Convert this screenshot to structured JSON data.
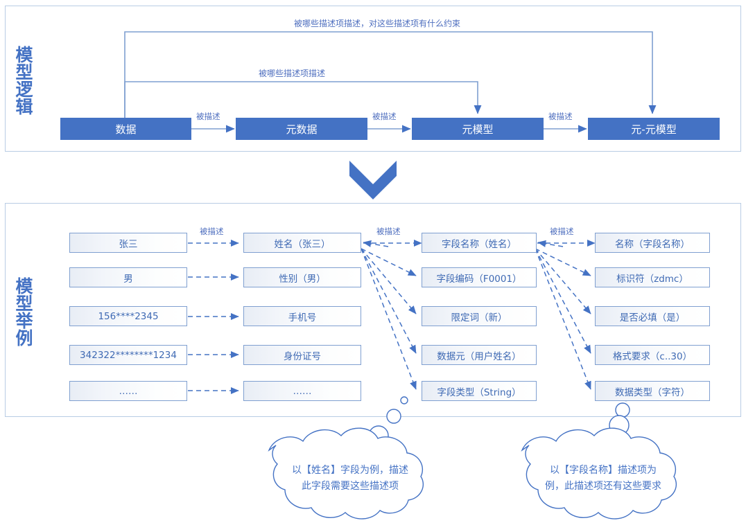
{
  "diagram": {
    "title_not_shown": "",
    "colors": {
      "dark_box": "#4472C4",
      "light_box_border": "#7F9FD0",
      "text_blue": "#4472C4",
      "panel_border": "#B8CCE4",
      "connector": "#5B7FC7"
    }
  },
  "logic_panel": {
    "side_label": "模型逻辑",
    "boxes": [
      {
        "label": "数据"
      },
      {
        "label": "元数据"
      },
      {
        "label": "元模型"
      },
      {
        "label": "元-元模型"
      }
    ],
    "arrow_labels": [
      {
        "label": "被描述"
      },
      {
        "label": "被描述"
      },
      {
        "label": "被描述"
      }
    ],
    "feedback_labels": [
      {
        "label": "被哪些描述项描述，对这些描述项有什么约束"
      },
      {
        "label": "被哪些描述项描述"
      }
    ]
  },
  "example_panel": {
    "side_label": "模型举例",
    "column_arrow_labels": [
      {
        "label": "被描述"
      },
      {
        "label": "被描述"
      },
      {
        "label": "被描述"
      }
    ],
    "columns": [
      {
        "name": "data-values",
        "items": [
          {
            "label": "张三"
          },
          {
            "label": "男"
          },
          {
            "label": "156****2345"
          },
          {
            "label": "342322********1234"
          },
          {
            "label": "……"
          }
        ]
      },
      {
        "name": "metadata",
        "items": [
          {
            "label": "姓名（张三）"
          },
          {
            "label": "性别（男）"
          },
          {
            "label": "手机号"
          },
          {
            "label": "身份证号"
          },
          {
            "label": "……"
          }
        ]
      },
      {
        "name": "meta-model",
        "items": [
          {
            "label": "字段名称（姓名）"
          },
          {
            "label": "字段编码（F0001）"
          },
          {
            "label": "限定词（新）"
          },
          {
            "label": "数据元（用户姓名）"
          },
          {
            "label": "字段类型（String）"
          }
        ]
      },
      {
        "name": "meta-meta-model",
        "items": [
          {
            "label": "名称（字段名称）"
          },
          {
            "label": "标识符（zdmc）"
          },
          {
            "label": "是否必填（是）"
          },
          {
            "label": "格式要求（c..30）"
          },
          {
            "label": "数据类型（字符）"
          }
        ]
      }
    ]
  },
  "callouts": [
    {
      "name": "left-cloud",
      "line1": "以【姓名】字段为例，描述",
      "line2": "此字段需要这些描述项"
    },
    {
      "name": "right-cloud",
      "line1": "以【字段名称】描述项为",
      "line2": "例，此描述项还有这些要求"
    }
  ]
}
